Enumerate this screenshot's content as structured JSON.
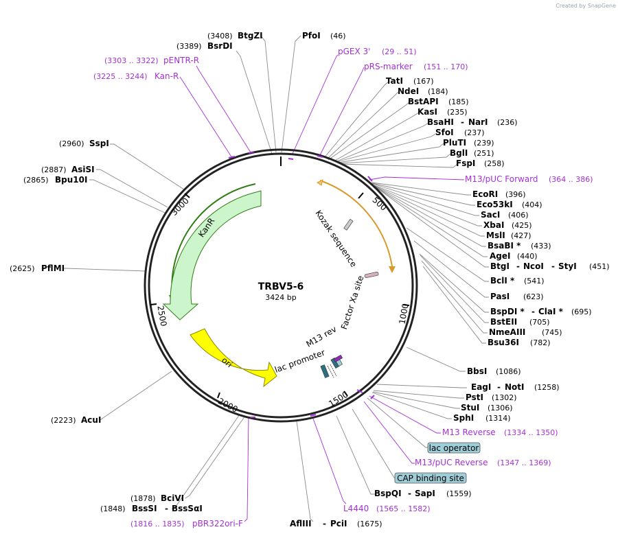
{
  "credit": "Created by SnapGene",
  "plasmid": {
    "name": "TRBV5-6",
    "size_label": "3424 bp",
    "length": 3424
  },
  "ruler": [
    "500",
    "1000",
    "1500",
    "2000",
    "2500",
    "3000"
  ],
  "features": {
    "kanr": "KanR",
    "ori": "ori",
    "kozak": "Kozak sequence",
    "factor_xa": "Factor Xa site",
    "m13_rev": "M13 rev",
    "lac_promoter": "lac promoter"
  },
  "enzymes": [
    {
      "name": "BtgZI",
      "pos": "(3408)"
    },
    {
      "name": "BsrDI",
      "pos": "(3389)"
    },
    {
      "name": "PfoI",
      "pos": "(46)"
    },
    {
      "name": "TatI",
      "pos": "(167)"
    },
    {
      "name": "NdeI",
      "pos": "(184)"
    },
    {
      "name": "BstAPI",
      "pos": "(185)"
    },
    {
      "name": "KasI",
      "pos": "(235)"
    },
    {
      "name": "BsaHI",
      "name2": "NarI",
      "pos": "(236)"
    },
    {
      "name": "SfoI",
      "pos": "(237)"
    },
    {
      "name": "PluTI",
      "pos": "(239)"
    },
    {
      "name": "BglI",
      "pos": "(251)"
    },
    {
      "name": "FspI",
      "pos": "(258)"
    },
    {
      "name": "EcoRI",
      "pos": "(396)"
    },
    {
      "name": "Eco53kI",
      "pos": "(404)"
    },
    {
      "name": "SacI",
      "pos": "(406)"
    },
    {
      "name": "XbaI",
      "pos": "(425)"
    },
    {
      "name": "MslI",
      "pos": "(427)"
    },
    {
      "name": "BsaBI *",
      "pos": "(433)"
    },
    {
      "name": "AgeI",
      "pos": "(440)"
    },
    {
      "name": "BtgI",
      "name2": "NcoI",
      "name3": "StyI",
      "pos": "(451)"
    },
    {
      "name": "BclI *",
      "pos": "(541)"
    },
    {
      "name": "PasI",
      "pos": "(623)"
    },
    {
      "name": "BspDI *",
      "name2": "ClaI *",
      "pos": "(695)"
    },
    {
      "name": "BstEII",
      "pos": "(705)"
    },
    {
      "name": "NmeAIII",
      "pos": "(745)"
    },
    {
      "name": "Bsu36I",
      "pos": "(782)"
    },
    {
      "name": "BbsI",
      "pos": "(1086)"
    },
    {
      "name": "EagI",
      "name2": "NotI",
      "pos": "(1258)"
    },
    {
      "name": "PstI",
      "pos": "(1302)"
    },
    {
      "name": "StuI",
      "pos": "(1306)"
    },
    {
      "name": "SphI",
      "pos": "(1314)"
    },
    {
      "name": "BspQI",
      "name2": "SapI",
      "pos": "(1559)"
    },
    {
      "name": "AflIII",
      "name2": "PciI",
      "pos": "(1675)"
    },
    {
      "name": "BciVI",
      "pos": "(1878)"
    },
    {
      "name": "BssSI",
      "name2": "BssSαI",
      "pos": "(1848)"
    },
    {
      "name": "AcuI",
      "pos": "(2223)"
    },
    {
      "name": "PflMI",
      "pos": "(2625)"
    },
    {
      "name": "Bpu10I",
      "pos": "(2865)"
    },
    {
      "name": "AsiSI",
      "pos": "(2887)"
    },
    {
      "name": "SspI",
      "pos": "(2960)"
    }
  ],
  "primers": [
    {
      "name": "pENTR-R",
      "range": "(3303 .. 3322)"
    },
    {
      "name": "Kan-R",
      "range": "(3225 .. 3244)"
    },
    {
      "name": "pGEX 3'",
      "range": "(29 .. 51)"
    },
    {
      "name": "pRS-marker",
      "range": "(151 .. 170)"
    },
    {
      "name": "M13/pUC Forward",
      "range": "(364 .. 386)"
    },
    {
      "name": "M13 Reverse",
      "range": "(1334 .. 1350)"
    },
    {
      "name": "M13/pUC Reverse",
      "range": "(1347 .. 1369)"
    },
    {
      "name": "L4440",
      "range": "(1565 .. 1582)"
    },
    {
      "name": "pBR322ori-F",
      "range": "(1816 .. 1835)"
    }
  ],
  "boxed": [
    {
      "name": "lac operator"
    },
    {
      "name": "CAP binding site"
    }
  ],
  "colors": {
    "primer": "#a330d6",
    "kanr_fill": "#ccf5cc",
    "kanr_stroke": "#2e7d12",
    "ori_fill": "#ffff00",
    "ori_stroke": "#8a8a00",
    "orange_arc": "#d89a2a",
    "boxed_fill": "#9fcdd8"
  }
}
